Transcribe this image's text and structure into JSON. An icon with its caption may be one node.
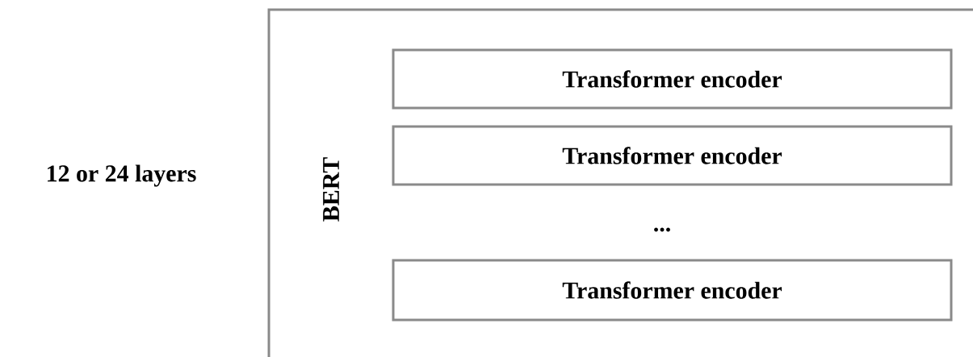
{
  "diagram": {
    "nodes": [
      {
        "text": [
          "BERT"
        ]
      },
      {
        "text": [
          "Transformer encoder"
        ],
        "in": 0
      },
      {
        "text": [
          "Transformer encoder"
        ],
        "in": 0
      },
      {
        "text": [
          "Transformer encoder"
        ],
        "in": 0
      }
    ],
    "labels": [
      "12 or 24 layers",
      "..."
    ]
  }
}
